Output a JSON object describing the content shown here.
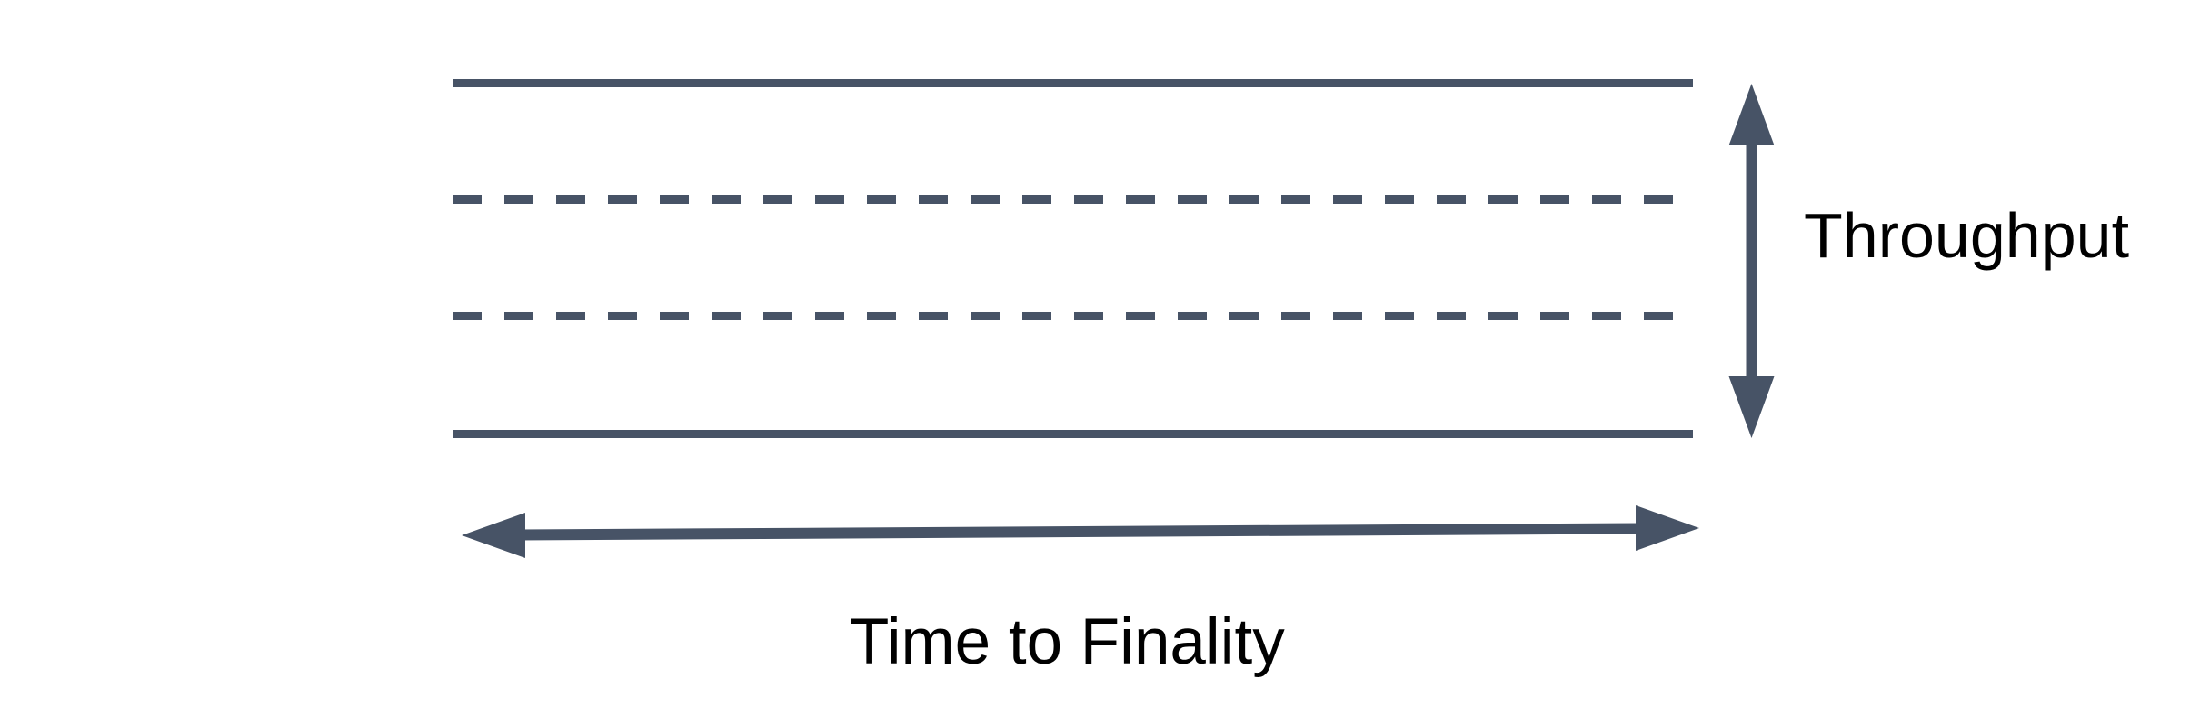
{
  "colors": {
    "line": "#475366",
    "label": "#000000",
    "background": "#ffffff"
  },
  "diagram": {
    "throughput_label": "Throughput",
    "time_to_finality_label": "Time to Finality",
    "description": "Band of blocks bounded by two solid horizontal lines with two dashed divider lines inside; vertical double-headed arrow spans the band height (Throughput); horizontal double-headed arrow spans the band width (Time to Finality)"
  }
}
